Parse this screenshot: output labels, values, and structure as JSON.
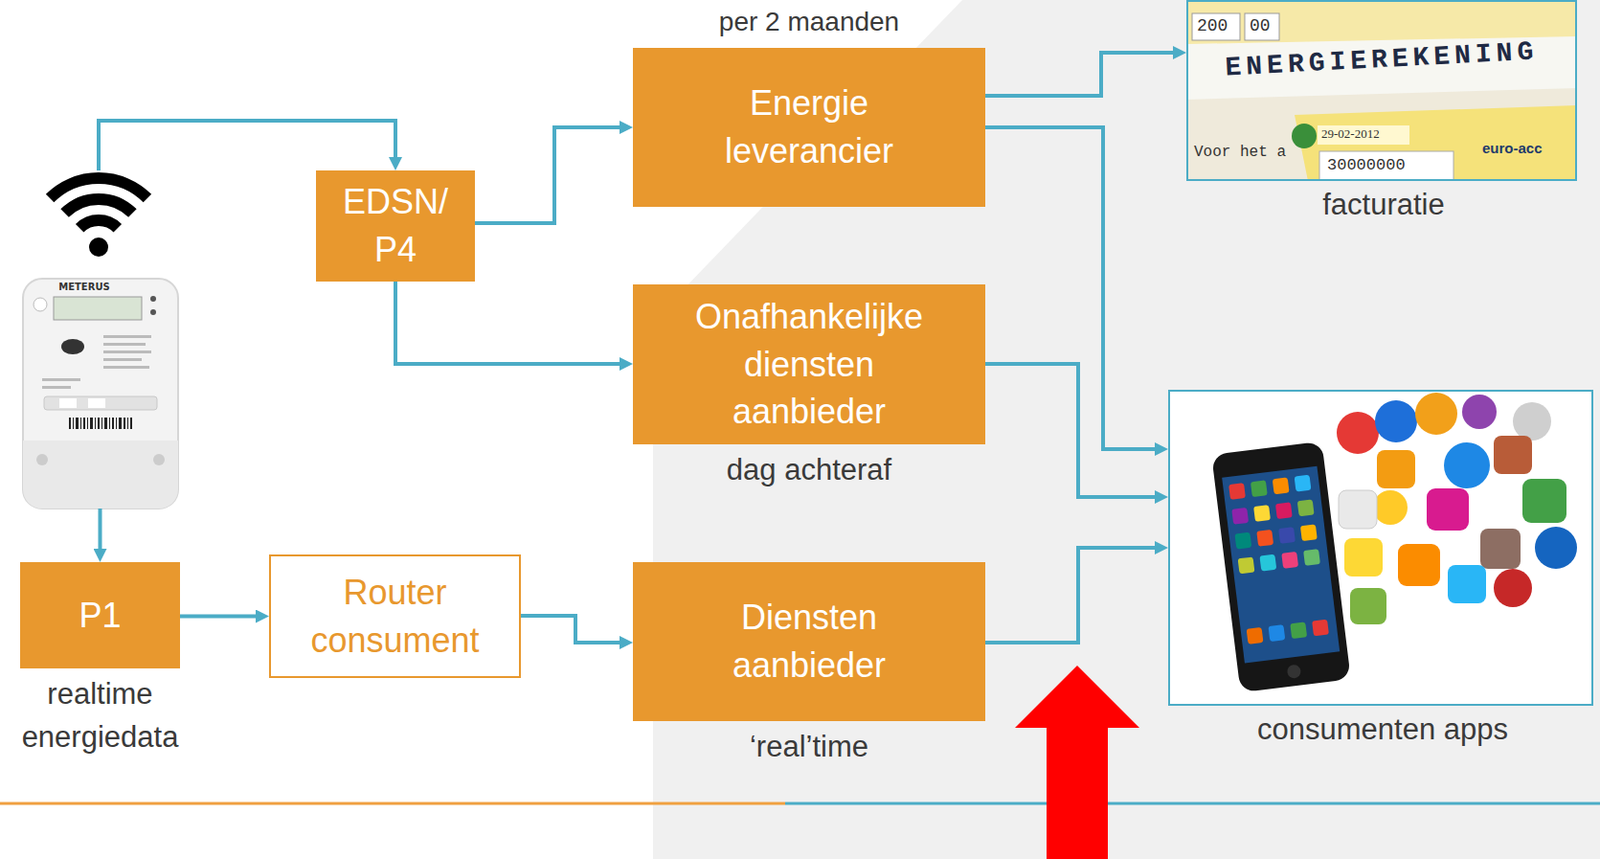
{
  "diagram": {
    "nodes": [
      {
        "text": [
          "per 2 maanden",
          "Energie leverancier"
        ]
      },
      {
        "text": [
          "ENERGIEREKENING",
          "facturatie"
        ]
      },
      {
        "text": [
          "METERUS"
        ]
      },
      {
        "text": [
          "EDSN/ P4"
        ]
      },
      {
        "text": [
          "Onafhankelijke diensten aanbieder",
          "dag achteraf"
        ]
      },
      {
        "text": [
          "consumenten apps"
        ]
      },
      {
        "text": [
          "P1",
          "realtime energiedata"
        ]
      },
      {
        "text": [
          "Router consument"
        ]
      },
      {
        "text": [
          "Diensten aanbieder",
          "‘real’time"
        ]
      }
    ],
    "edges": [
      {
        "from": 2,
        "to": 3,
        "arrow": "to"
      },
      {
        "from": 2,
        "to": 6,
        "arrow": "to"
      },
      {
        "from": 3,
        "to": 0,
        "arrow": "to"
      },
      {
        "from": 3,
        "to": 4,
        "arrow": "to"
      },
      {
        "from": 0,
        "to": 1,
        "arrow": "to"
      },
      {
        "from": 0,
        "to": 5,
        "arrow": "to"
      },
      {
        "from": 4,
        "to": 5,
        "arrow": "to"
      },
      {
        "from": 6,
        "to": 7,
        "arrow": "to"
      },
      {
        "from": 7,
        "to": 8,
        "arrow": "to"
      },
      {
        "from": 8,
        "to": 5,
        "arrow": "to"
      }
    ],
    "labels": [
      "200",
      "00",
      "29-02-2012",
      "Voor het a",
      "30000000",
      "euro-acc"
    ]
  }
}
